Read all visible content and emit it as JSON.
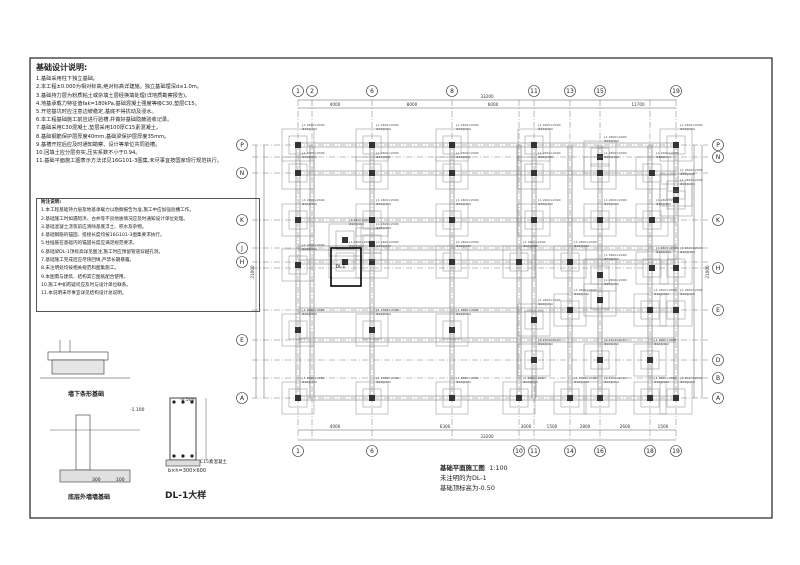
{
  "design_notes": {
    "heading": "基础设计说明:",
    "lines": [
      "1.基础采用柱下独立基础。",
      "2.本工程±0.000为相对标高,绝对标高详建施。独立基础埋深d≥1.0m。",
      "3.基础持力层为粉质粘土或杂填土层经换填处理(详地质勘察报告)。",
      "4.地基承载力特征值fak=180kPa,基础混凝土强度等级C30,垫层C15。",
      "5.开挖基坑时应注意边坡稳定,基底不得扰动及浸水。",
      "6.本工程基础施工前应进行验槽,并做好基础隐蔽验收记录。",
      "7.基础采用C30混凝土,垫层采用100厚C15素混凝土。",
      "8.基础钢筋保护层厚度40mm,基础梁保护层厚度35mm。",
      "9.基槽开挖后应及时通知勘察、设计等单位共同验槽。",
      "10.回填土应分层夯实,压实系数不小于0.94。",
      "11.基础平面施工图表示方法详见16G101-3图集,未尽事宜按国家现行规范执行。"
    ]
  },
  "special_notes": {
    "heading": "附注说明:",
    "lines": [
      "1.本工程基础持力层及地基承载力以勘察报告为准,施工中应加强验槽工作。",
      "2.基础施工时如遇暗浜、古井等不良地质情况应及时通知设计单位处理。",
      "3.基础混凝土浇筑前应清除基底浮土、积水及杂物。",
      "4.基础钢筋的锚固、搭接长度均按16G101-3图集要求执行。",
      "5.柱插筋在基础内的锚固长度应满足规范要求。",
      "6.基础梁DL-1顶标高详见图注,施工时应预留管道穿越孔洞。",
      "7.基础施工完成后应尽快回填,严禁长期暴露。",
      "8.未注明处均按相关规范和图集施工。",
      "9.本图需与建筑、结构其它图纸配合使用。",
      "10.施工中如有疑问应及时与设计单位联系。",
      "11.本说明未尽事宜详见结构设计总说明。"
    ]
  },
  "details": {
    "wall_foundation_caption": "墙下条形基础",
    "outer_wall_caption": "底层外墙墙基础",
    "dl1_caption": "DL-1大样",
    "dl1_section_width": "b×h=300×600",
    "dl1_concrete_note": "C15素混凝土",
    "dl1_level_top": "-0.500",
    "dl1_level_bottom": "-1.100",
    "dim_300": "300",
    "dim_100": "100"
  },
  "plan": {
    "grid_top_labels": [
      "1",
      "2",
      "6",
      "8",
      "11",
      "13",
      "15",
      "19"
    ],
    "grid_bottom_labels": [
      "1",
      "6",
      "10",
      "11",
      "14",
      "16",
      "18",
      "19"
    ],
    "grid_left_labels": [
      "P",
      "N",
      "K",
      "J",
      "H",
      "E",
      "A"
    ],
    "grid_right_labels": [
      "P",
      "N",
      "K",
      "H",
      "E",
      "D",
      "B",
      "A"
    ],
    "top_overall_dim": "33200",
    "bottom_overall_dim": "33200",
    "top_dims": [
      "4000",
      "8000",
      "6000",
      "11700"
    ],
    "bottom_dims": [
      "4000",
      "6300",
      "3000",
      "1500",
      "2800",
      "2600",
      "1500"
    ],
    "left_overall_dim": "21000",
    "right_overall_dim": "21000",
    "footing_label": "J-1 2400×2400",
    "footing_rebar": "Φ12@150",
    "beam_label": "DL-1"
  },
  "title_block": {
    "title": "基础平面施工图",
    "scale": "1:100",
    "note1": "未注明的为DL-1",
    "note2": "基础顶标高为-0.50"
  },
  "colors": {
    "line": "#333333",
    "grid": "#555555",
    "footing": "#888888",
    "beam": "#666666",
    "frame": "#222222"
  }
}
